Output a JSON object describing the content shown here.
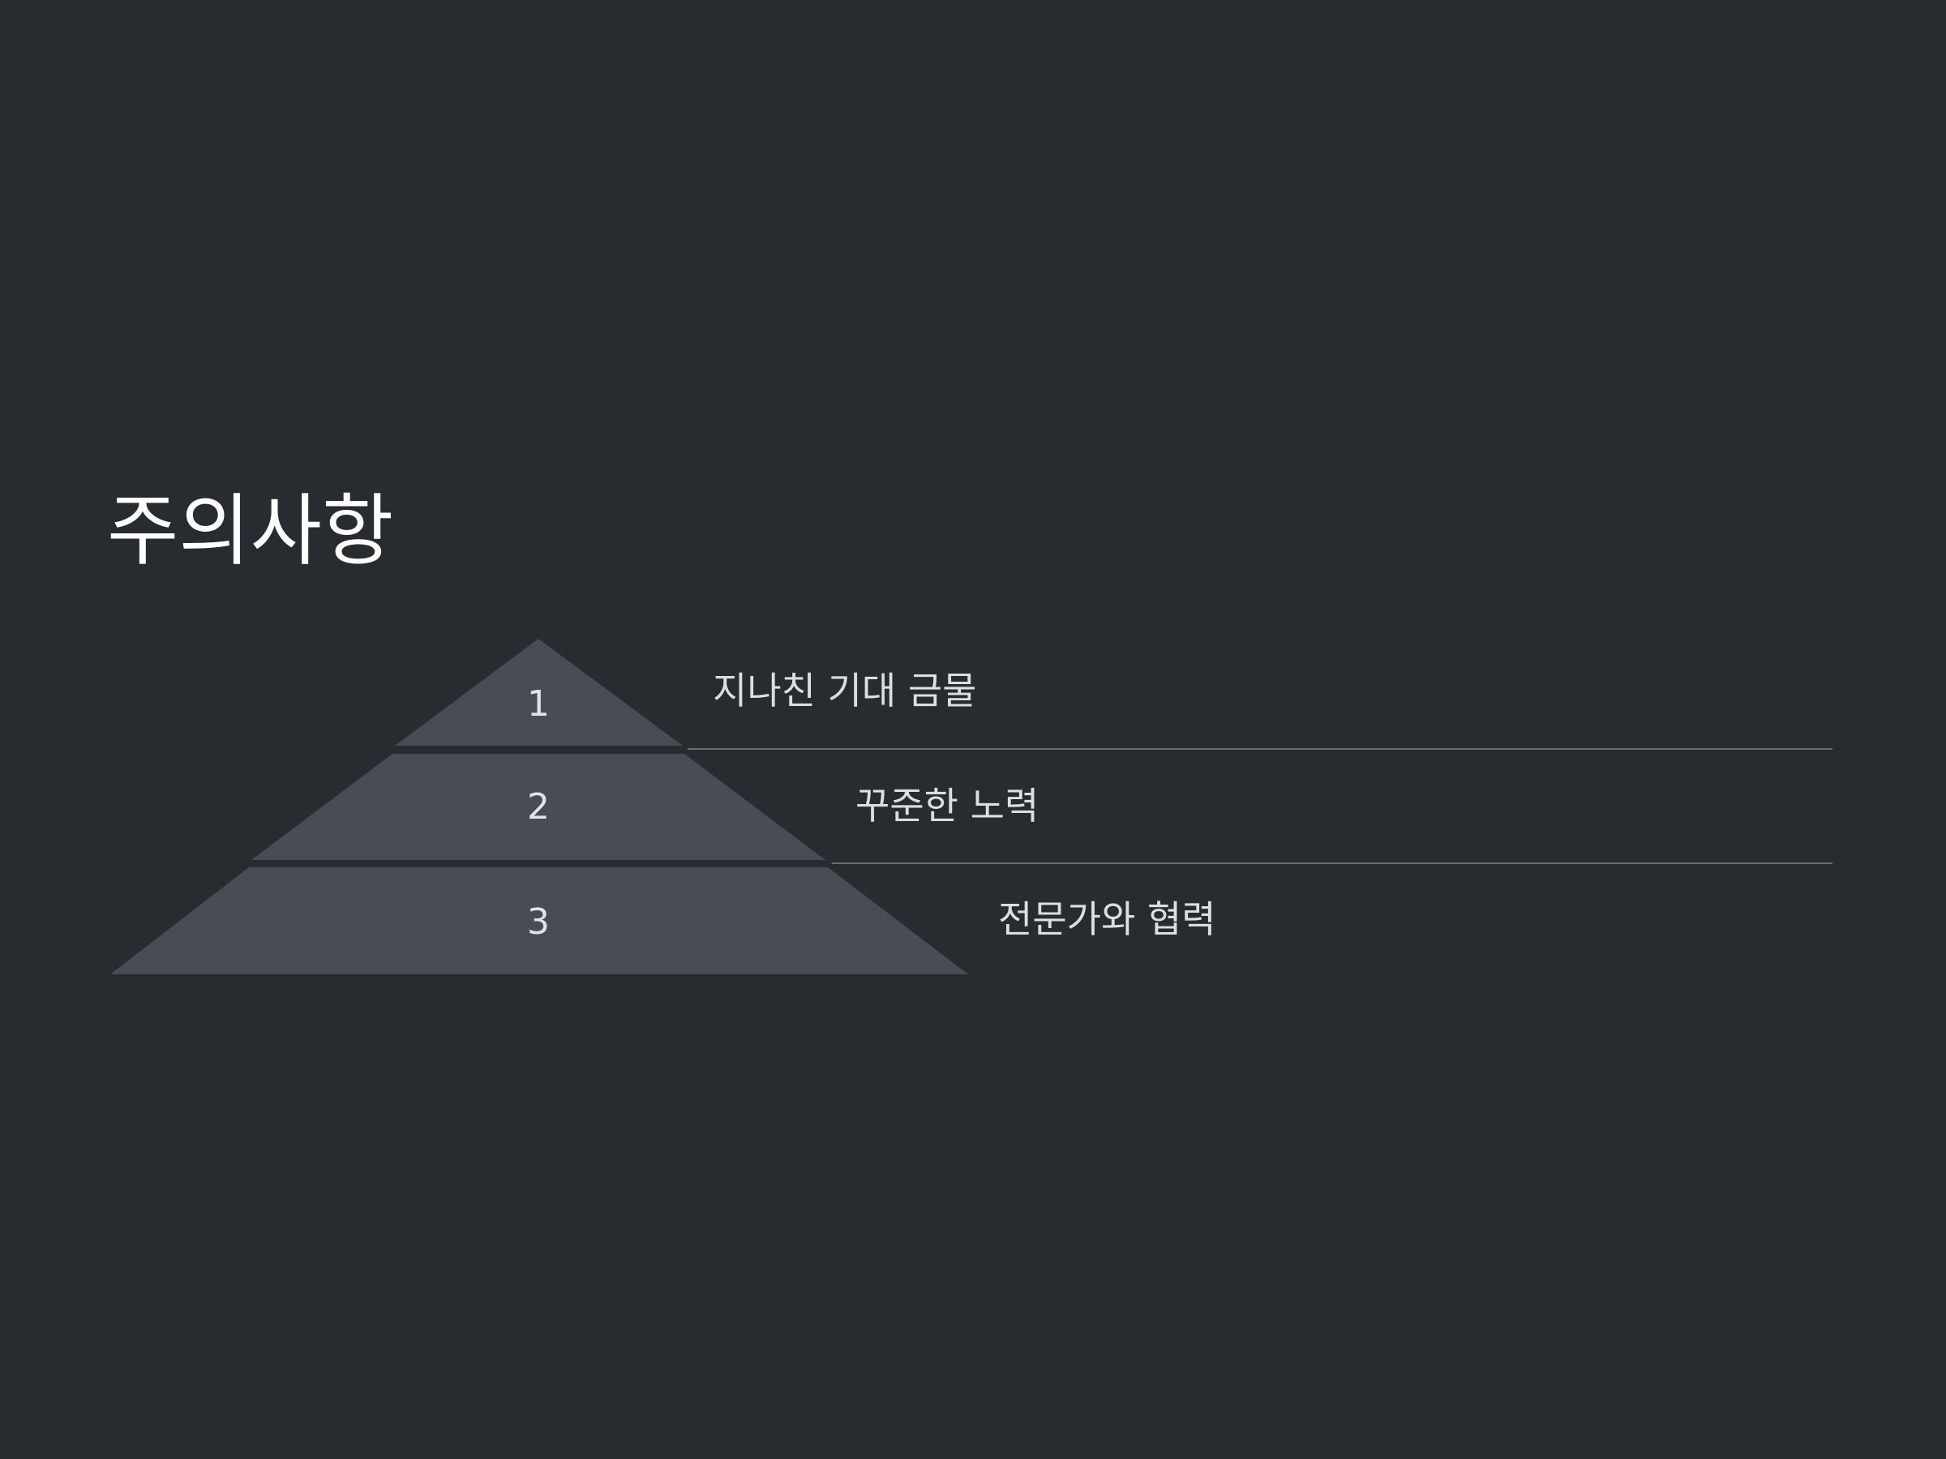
{
  "slide": {
    "title": "주의사항"
  },
  "pyramid": {
    "levels": [
      {
        "number": "1",
        "label": "지나친 기대 금물"
      },
      {
        "number": "2",
        "label": "꾸준한 노력"
      },
      {
        "number": "3",
        "label": "전문가와 협력"
      }
    ]
  },
  "colors": {
    "background": "#282b30",
    "tier_fill": "#484c54",
    "divider": "#6a6d72",
    "title_text": "#ffffff",
    "label_text": "#dcdee1"
  }
}
